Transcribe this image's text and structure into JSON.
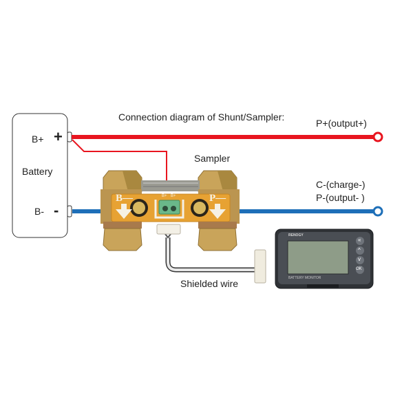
{
  "title": "Connection diagram of Shunt/Sampler:",
  "battery": {
    "label": "Battery",
    "pos_terminal_label": "B+",
    "pos_symbol": "+",
    "neg_terminal_label": "B-",
    "neg_symbol": "-"
  },
  "sampler": {
    "label": "Sampler",
    "left_plate": "B—",
    "right_plate": "P—",
    "terminal_labels": [
      "B+",
      "B+"
    ]
  },
  "outputs": {
    "positive": "P+(output+)",
    "negative_line1": "C-(charge-)",
    "negative_line2": "P-(output- )"
  },
  "cable": {
    "label": "Shielded wire"
  },
  "monitor": {
    "brand": "RENOGY",
    "caption": "BATTERY MONITOR",
    "buttons": [
      "«",
      "^",
      "v",
      "OK"
    ]
  },
  "colors": {
    "positive_wire": "#e8151f",
    "negative_wire": "#1e6fb8",
    "brass": "#c9a45a",
    "plate": "#e7a233",
    "monitor_body": "#3a3d42",
    "lcd": "#8e9c88"
  }
}
